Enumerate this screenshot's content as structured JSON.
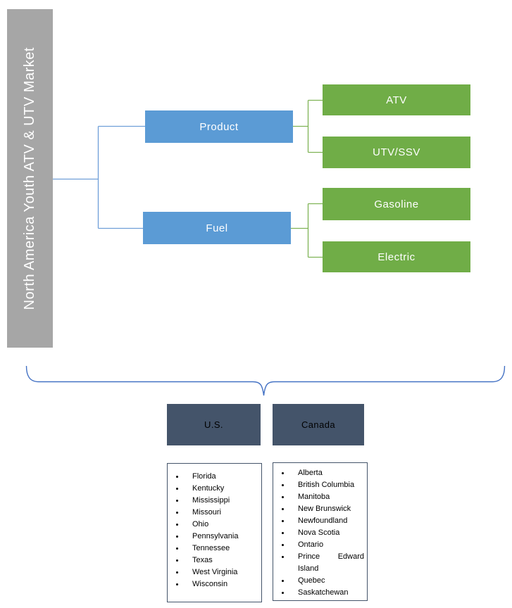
{
  "title": "North America Youth ATV & UTV Market",
  "colors": {
    "title_bar": "#A6A6A6",
    "level1_box": "#5B9BD5",
    "level2_box": "#70AD47",
    "region_box": "#44546A",
    "connector_blue": "#6F9FD8",
    "connector_green": "#7FB356",
    "brace_blue": "#4472C4"
  },
  "tree": {
    "branches": [
      {
        "label": "Product",
        "children": [
          "ATV",
          "UTV/SSV"
        ]
      },
      {
        "label": "Fuel",
        "children": [
          "Gasoline",
          "Electric"
        ]
      }
    ]
  },
  "regions": [
    {
      "label": "U.S.",
      "items": [
        "Florida",
        "Kentucky",
        "Mississippi",
        "Missouri",
        "Ohio",
        "Pennsylvania",
        "Tennessee",
        "Texas",
        "West Virginia",
        "Wisconsin"
      ]
    },
    {
      "label": "Canada",
      "items": [
        "Alberta",
        "British Columbia",
        "Manitoba",
        "New Brunswick",
        "Newfoundland",
        "Nova Scotia",
        "Ontario",
        "Prince Edward Island",
        "Quebec",
        "Saskatchewan"
      ]
    }
  ]
}
